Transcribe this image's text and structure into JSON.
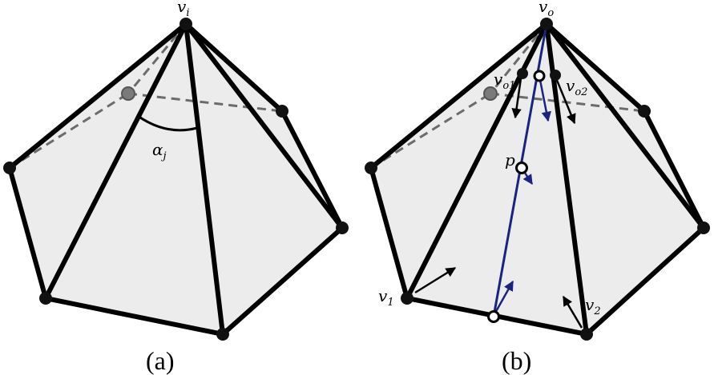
{
  "panel_a": {
    "apex_label": "v",
    "apex_sub": "i",
    "angle_label": "α",
    "angle_sub": "j",
    "caption": "(a)"
  },
  "panel_b": {
    "apex_label": "v",
    "apex_sub": "o",
    "v01_label": "v",
    "v01_sub": "o1",
    "v02_label": "v",
    "v02_sub": "o2",
    "p_label": "p",
    "v1_label": "v",
    "v1_sub": "1",
    "v2_label": "v",
    "v2_sub": "2",
    "caption": "(b)"
  },
  "colors": {
    "face": "#ececec",
    "edge": "#000000",
    "hidden": "#6b6b6b",
    "ray": "#1a237e"
  }
}
